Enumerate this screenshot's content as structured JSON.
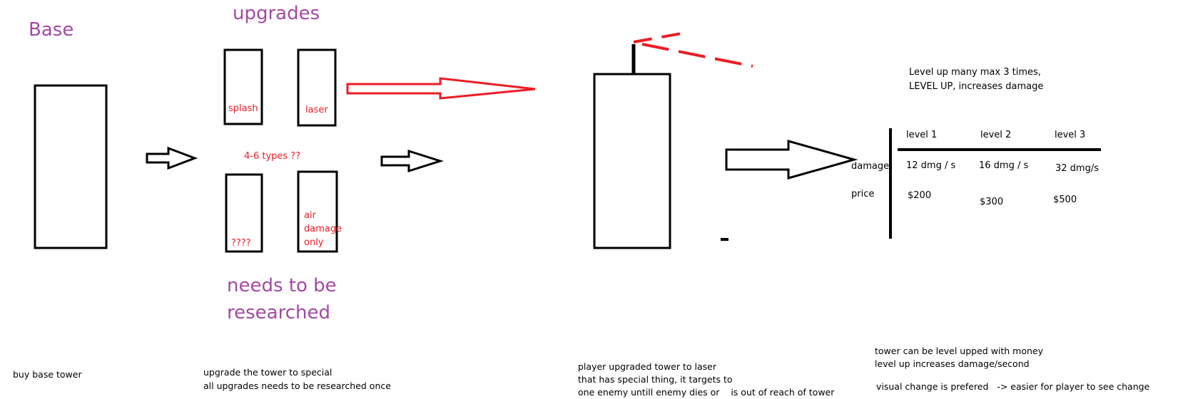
{
  "titles": {
    "base": "Base",
    "upgrades": "upgrades",
    "research_line1": "needs to be",
    "research_line2": "researched"
  },
  "upgrade_boxes": {
    "splash": "splash",
    "laser": "laser",
    "unknown": "????",
    "air_line1": "air",
    "air_line2": "damage",
    "air_line3": "only",
    "types_note": "4-6 types ??"
  },
  "level_notes": {
    "line1": "Level up many max 3 times,",
    "line2": "LEVEL UP, increases damage"
  },
  "level_table": {
    "headers": [
      "level 1",
      "level 2",
      "level 3"
    ],
    "damage_label": "damage",
    "damage": [
      "12 dmg / s",
      "16 dmg / s",
      "32 dmg/s"
    ],
    "price_label": "price",
    "price": [
      "$200",
      "$300",
      "$500"
    ]
  },
  "captions": {
    "base": "buy base tower",
    "upgrade_line1": "upgrade the tower to special",
    "upgrade_line2": "all upgrades needs to be researched once",
    "laser_line1": "player upgraded tower to laser",
    "laser_line2": "that has special thing, it targets to",
    "laser_line3": "one enemy untill enemy dies or    is out of reach of tower",
    "level_line1": "tower can be level upped with money",
    "level_line2": "level up increases damage/second",
    "level_line3": "visual change is prefered   -> easier for player to see change"
  },
  "colors": {
    "title": "#a349a4",
    "annotation": "#ed1c24",
    "stroke": "#000000"
  }
}
